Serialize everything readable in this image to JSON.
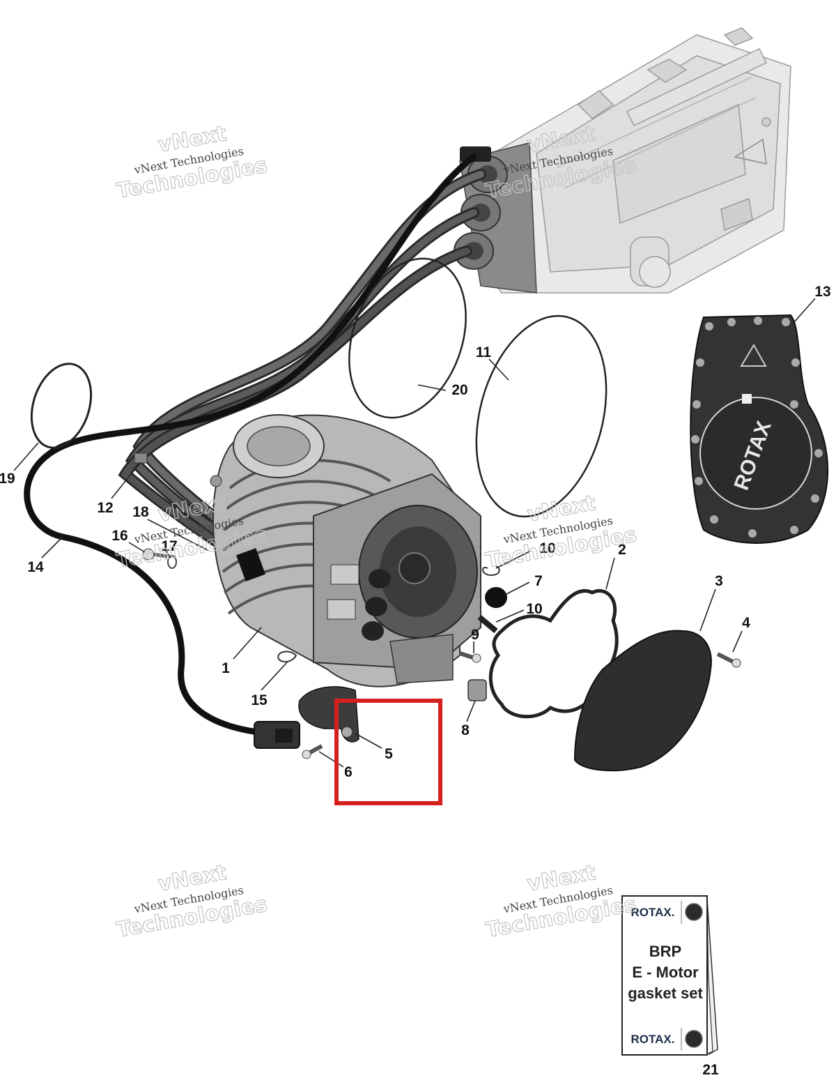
{
  "diagram": {
    "callouts": [
      {
        "id": "1",
        "label": "1"
      },
      {
        "id": "2",
        "label": "2"
      },
      {
        "id": "3",
        "label": "3"
      },
      {
        "id": "4",
        "label": "4"
      },
      {
        "id": "5",
        "label": "5"
      },
      {
        "id": "6",
        "label": "6"
      },
      {
        "id": "7",
        "label": "7"
      },
      {
        "id": "8",
        "label": "8"
      },
      {
        "id": "9",
        "label": "9"
      },
      {
        "id": "10",
        "label": "10"
      },
      {
        "id": "11",
        "label": "11"
      },
      {
        "id": "12",
        "label": "12"
      },
      {
        "id": "13",
        "label": "13"
      },
      {
        "id": "14",
        "label": "14"
      },
      {
        "id": "15",
        "label": "15"
      },
      {
        "id": "16",
        "label": "16"
      },
      {
        "id": "17",
        "label": "17"
      },
      {
        "id": "18",
        "label": "18"
      },
      {
        "id": "19",
        "label": "19"
      },
      {
        "id": "20",
        "label": "20"
      },
      {
        "id": "21",
        "label": "21"
      },
      {
        "id": "10b",
        "label": "10"
      }
    ],
    "highlight_color": "#d62020",
    "cover_logo_text": "ROTAX",
    "booklet": {
      "brand_top": "ROTAX.",
      "line1": "BRP",
      "line2": "E - Motor",
      "line3": "gasket set",
      "brand_bottom": "ROTAX."
    },
    "watermark": {
      "line1": "vNext Technologies",
      "line2": "vNext",
      "line3": "Technologies"
    }
  }
}
